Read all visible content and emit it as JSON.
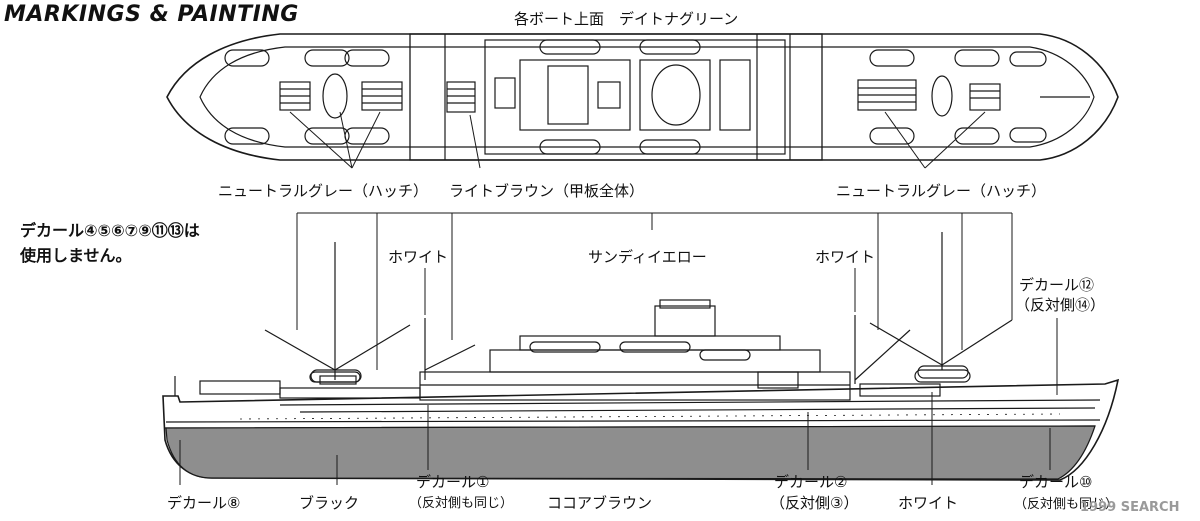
{
  "title": "MARKINGS & PAINTING",
  "labels": {
    "boat_top": "各ボート上面　デイトナグリーン",
    "hatch_left": "ニュートラルグレー（ハッチ）",
    "deck_brown": "ライトブラウン（甲板全体）",
    "hatch_right": "ニュートラルグレー（ハッチ）",
    "unused_line1": "デカール④⑤⑥⑦⑨⑪⑬は",
    "unused_line2": "使用しません。",
    "white_left": "ホワイト",
    "sandy_yellow": "サンディイエロー",
    "white_right": "ホワイト",
    "decal_12": "デカール⑫",
    "decal_12_opp": "（反対側⑭）",
    "decal_8": "デカール⑧",
    "black": "ブラック",
    "decal_1": "デカール①",
    "decal_1_note": "（反対側も同じ）",
    "cocoa_brown": "ココアブラウン",
    "decal_2": "デカール②",
    "decal_2_opp": "（反対側③）",
    "white_bottom": "ホワイト",
    "decal_10": "デカール⑩",
    "decal_10_note": "（反対側も同じ）"
  },
  "watermark": "1999 SEARCH",
  "colors": {
    "line": "#1a1a1a",
    "hull_lower": "#8e8e8e",
    "background": "#ffffff"
  }
}
